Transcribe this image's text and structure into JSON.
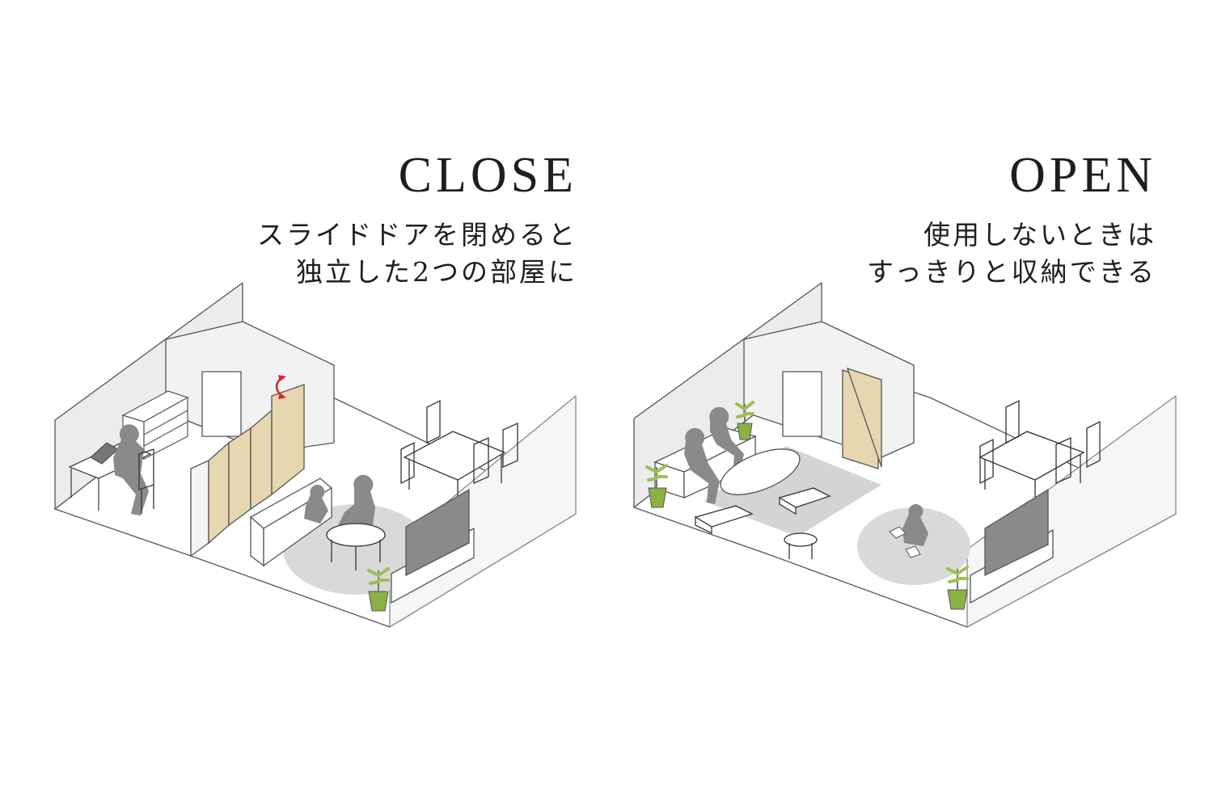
{
  "panels": {
    "close": {
      "heading": "CLOSE",
      "caption_line1": "スライドドアを閉めると",
      "caption_line2": "独立した2つの部屋に"
    },
    "open": {
      "heading": "OPEN",
      "caption_line1": "使用しないときは",
      "caption_line2": "すっきりと収納できる"
    }
  },
  "colors": {
    "door_panel": "#e6d7b0",
    "wall": "#ececec",
    "silhouette": "#8a8a8a",
    "rug": "#d4d4d4",
    "plant_pot": "#8bb143",
    "arrow": "#d9232b"
  }
}
